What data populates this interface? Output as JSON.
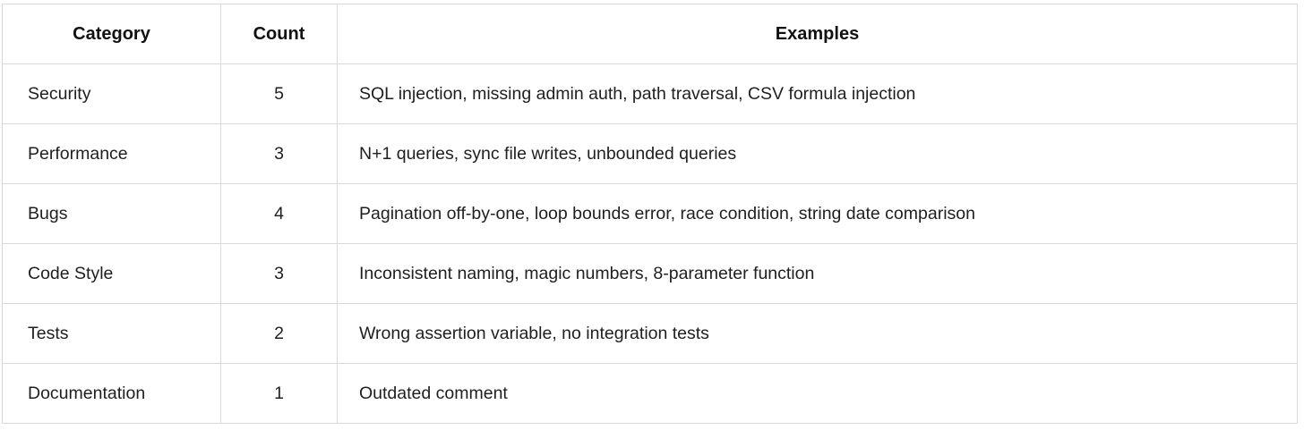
{
  "table": {
    "columns": [
      {
        "key": "category",
        "label": "Category",
        "align": "center"
      },
      {
        "key": "count",
        "label": "Count",
        "align": "center"
      },
      {
        "key": "examples",
        "label": "Examples",
        "align": "center"
      }
    ],
    "rows": [
      {
        "category": "Security",
        "count": "5",
        "examples": "SQL injection, missing admin auth, path traversal, CSV formula injection"
      },
      {
        "category": "Performance",
        "count": "3",
        "examples": "N+1 queries, sync file writes, unbounded queries"
      },
      {
        "category": "Bugs",
        "count": "4",
        "examples": "Pagination off-by-one, loop bounds error, race condition, string date comparison"
      },
      {
        "category": "Code Style",
        "count": "3",
        "examples": "Inconsistent naming, magic numbers, 8-parameter function"
      },
      {
        "category": "Tests",
        "count": "2",
        "examples": "Wrong assertion variable, no integration tests"
      },
      {
        "category": "Documentation",
        "count": "1",
        "examples": "Outdated comment"
      }
    ]
  },
  "colors": {
    "border": "#d9d9d9",
    "text": "#1f1f1f",
    "header_text": "#111111",
    "background": "#ffffff"
  }
}
